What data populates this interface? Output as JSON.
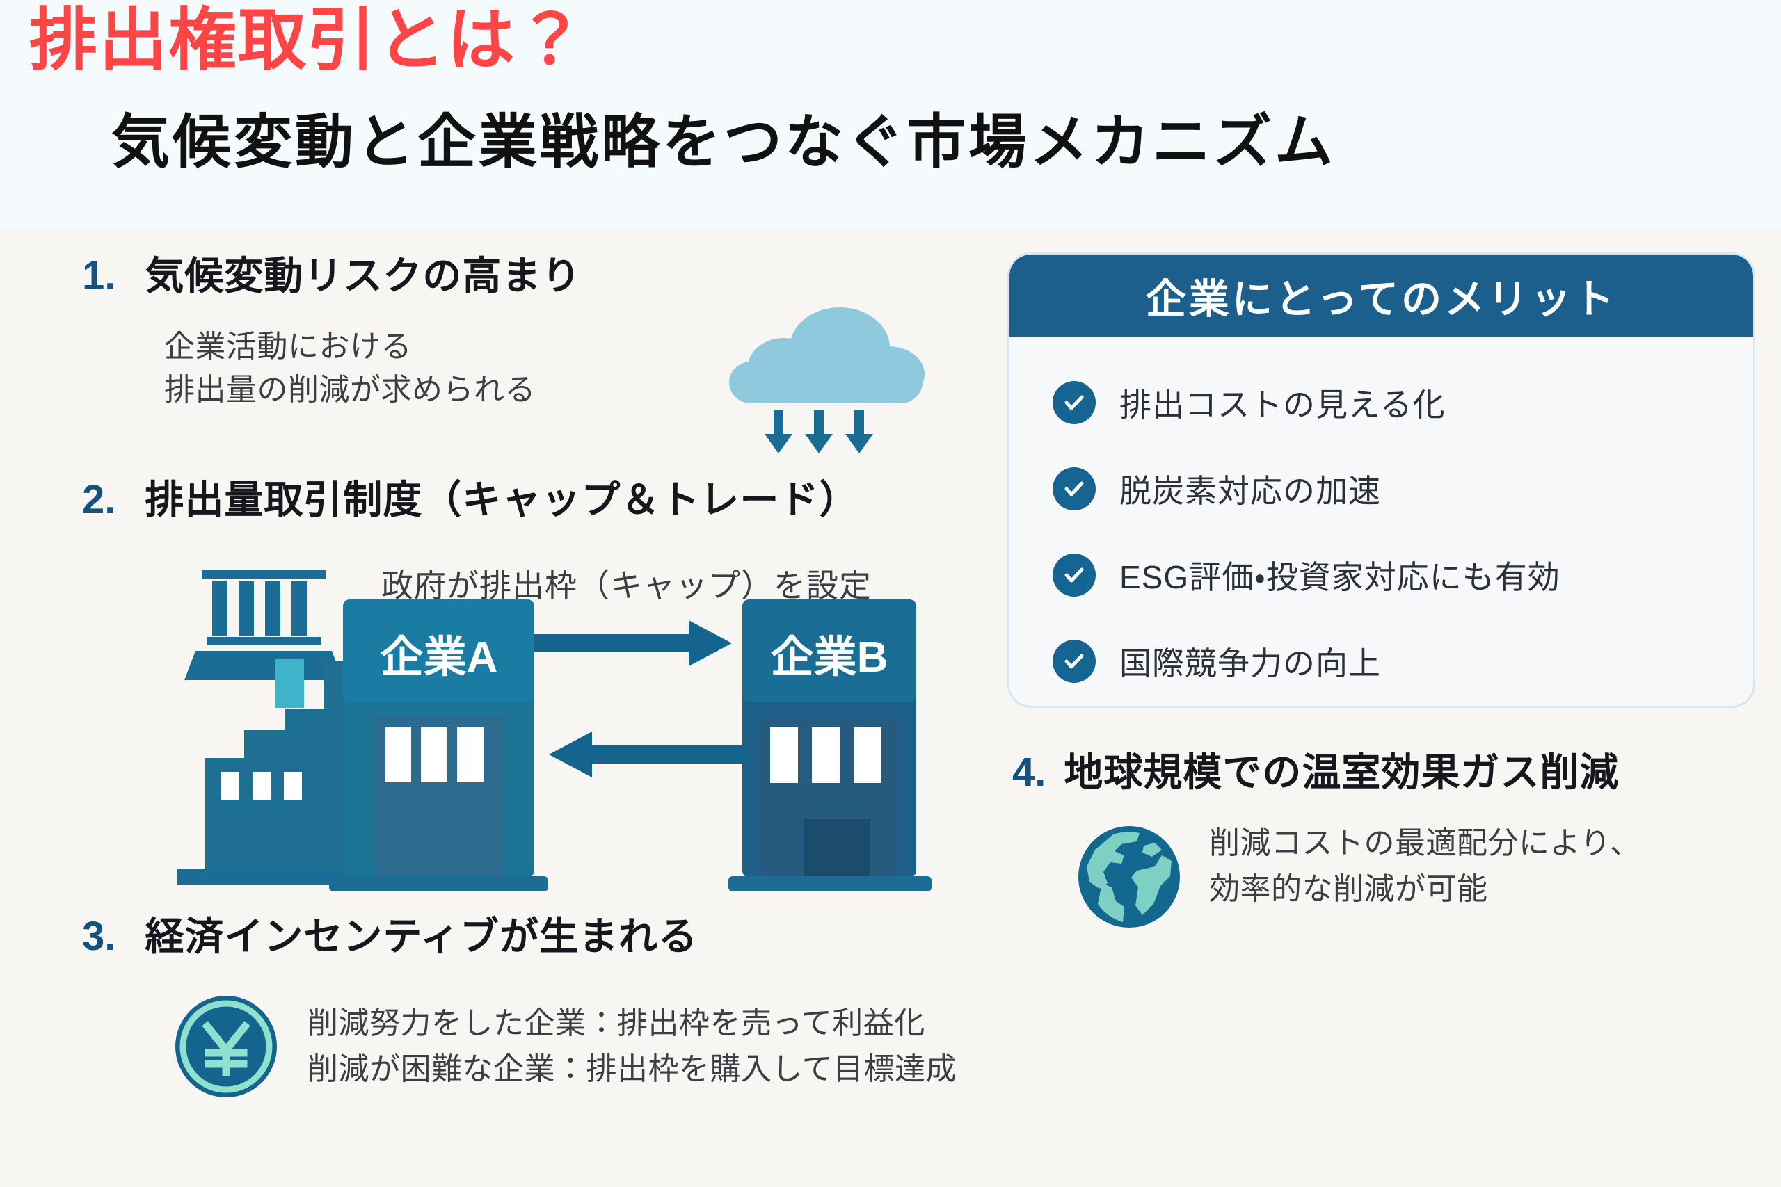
{
  "header": {
    "title_red": "排出権取引とは？",
    "title_sub": "気候変動と企業戦略をつなぐ市場メカニズム"
  },
  "sections": [
    {
      "number": "1.",
      "title": "気候変動リスクの高まり",
      "body_line1": "企業活動における",
      "body_line2": "排出量の削減が求められる",
      "icon": "rain-cloud-icon"
    },
    {
      "number": "2.",
      "title": "排出量取引制度（キャップ＆トレード）",
      "cap_label": "政府が排出枠（キャップ）を設定",
      "diagram": {
        "government_icon": "government-bank-icon",
        "factory_icon": "factory-icon",
        "company_a_label": "企業A",
        "company_b_label": "企業B",
        "arrow_top": "arrow-right-icon",
        "arrow_bottom": "arrow-left-icon"
      }
    },
    {
      "number": "3.",
      "title": "経済インセンティブが生まれる",
      "icon": "yen-coin-icon",
      "body_line1": "削減努力をした企業：排出枠を売って利益化",
      "body_line2": "削減が困難な企業：排出枠を購入して目標達成"
    },
    {
      "number": "4.",
      "title": "地球規模での温室効果ガス削減",
      "icon": "globe-icon",
      "body_line1": "削減コストの最適配分により、",
      "body_line2": "効率的な削減が可能"
    }
  ],
  "merit_panel": {
    "heading": "企業にとってのメリット",
    "items": [
      {
        "label": "排出コストの見える化"
      },
      {
        "label": "脱炭素対応の加速"
      },
      {
        "label": "ESG評価・投資家対応にも有効"
      },
      {
        "label": "国際競争力の向上"
      }
    ]
  },
  "colors": {
    "accent_red": "#ff4545",
    "brand_blue": "#14527f",
    "panel_header_blue": "#1c5f8c",
    "check_blue": "#156492",
    "cloud_light": "#8fc9dd",
    "arrow_dark": "#1a6c93",
    "globe_ocean": "#12688f",
    "globe_land": "#7fd0c4",
    "coin_fill": "#13658d",
    "coin_ring": "#8fe0cf",
    "header_bg": "#f5fafc",
    "page_bg": "#f7f6f3"
  }
}
